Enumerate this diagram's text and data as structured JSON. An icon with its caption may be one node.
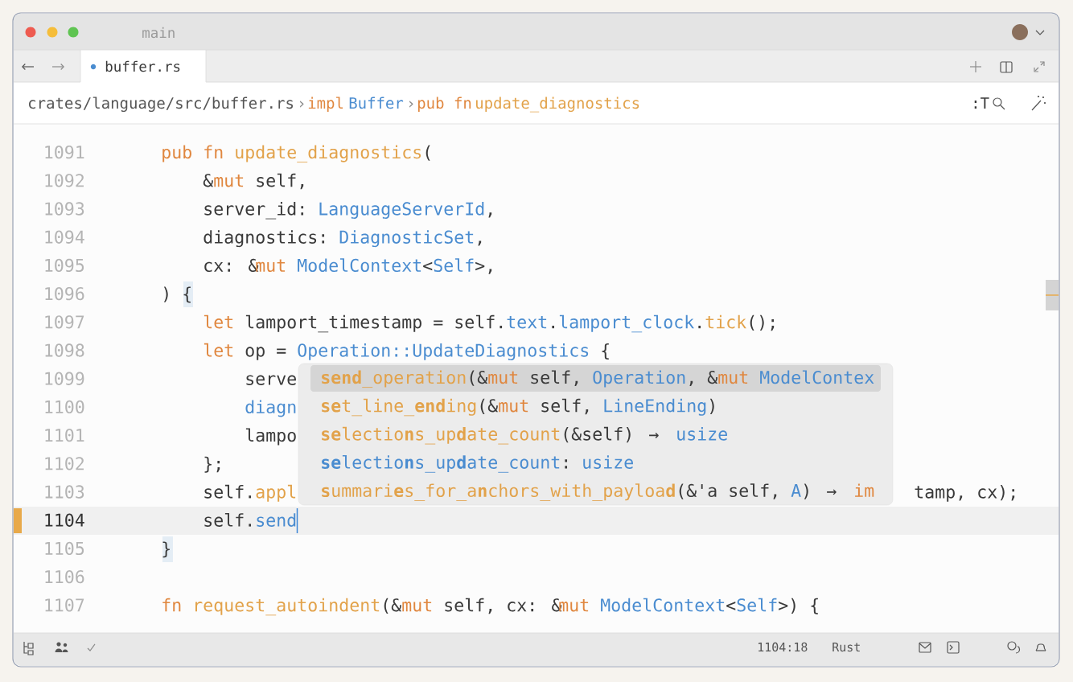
{
  "diagram": {
    "labels": [
      "main",
      "buffer.rs",
      "crates/language/src/buffer.rs",
      "›",
      "impl",
      "Buffer",
      "›",
      "pub fn",
      "update_diagnostics",
      ":T",
      "1091",
      "pub",
      "fn",
      "update_diagnostics",
      "(",
      "1092",
      "&",
      "mut",
      "self,",
      "1093",
      "server_id:",
      "LanguageServerId",
      ",",
      "1094",
      "diagnostics:",
      "DiagnosticSet",
      ",",
      "1095",
      "cx: &",
      "mut",
      "ModelContext",
      "<",
      "Self",
      ">,",
      "1096",
      ") {",
      "1097",
      "let",
      "lamport_timestamp = self.",
      "text",
      ".",
      "lamport_clock",
      ".",
      "tick",
      "();",
      "1098",
      "let",
      "op =",
      "Operation::UpdateDiagnostics",
      "{",
      "1099",
      "serve",
      "1100",
      "diagn",
      "1101",
      "lampo",
      "1102",
      "};",
      "1103",
      "self.",
      "appl",
      "tamp, cx);",
      "1104",
      "self.",
      "send",
      "1105",
      "}",
      "1106",
      "1107",
      "fn",
      "request_autoindent",
      "(&",
      "mut",
      "self, cx: &",
      "mut",
      "ModelContext",
      "<",
      "Self",
      ">) {",
      "**send**_operation",
      "(&",
      "mut",
      "self,",
      "Operation",
      ", &",
      "mut",
      "ModelContex",
      "**se**t_line_**end**ing",
      "(&",
      "mut",
      "self,",
      "LineEnding",
      ")",
      "**se**lectio**n**s_up**d**ate_count",
      "(&self)",
      "→",
      "usize",
      "**se**lectio**n**s_up**d**ate_count",
      ":",
      "usize",
      "**s**ummari**e**s_for_a**n**chors_with_payloa**d**",
      "(&'a self,",
      "A",
      ")",
      "→",
      "im",
      "1104:18",
      "Rust"
    ]
  }
}
